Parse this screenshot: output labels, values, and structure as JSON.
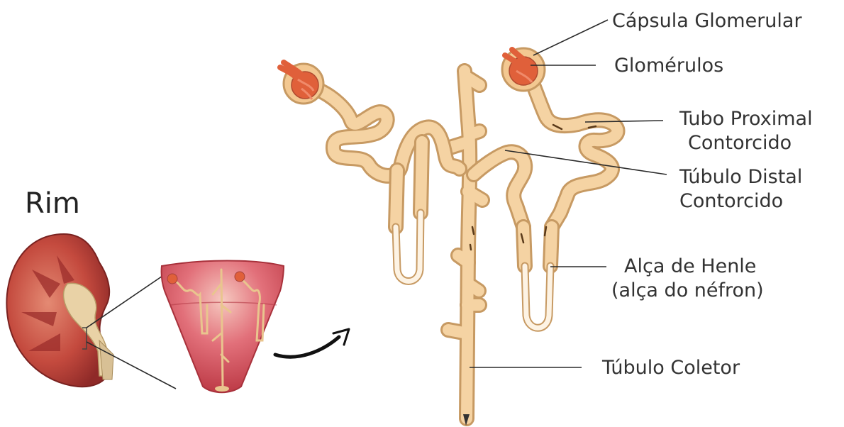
{
  "title": "Rim",
  "labels": {
    "capsula": "Cápsula Glomerular",
    "glomerulos": "Glomérulos",
    "proximal_1": "Tubo Proximal",
    "proximal_2": "Contorcido",
    "distal_1": "Túbulo Distal",
    "distal_2": "Contorcido",
    "henle_1": "Alça de Henle",
    "henle_2": "(alça do néfron)",
    "coletor": "Túbulo Coletor"
  },
  "colors": {
    "tube_fill": "#f5d3a3",
    "tube_edge": "#c79a63",
    "glomerulus": "#e0603a",
    "kidney_cortex": "#b23a36",
    "pyramid": "#d14a55"
  }
}
